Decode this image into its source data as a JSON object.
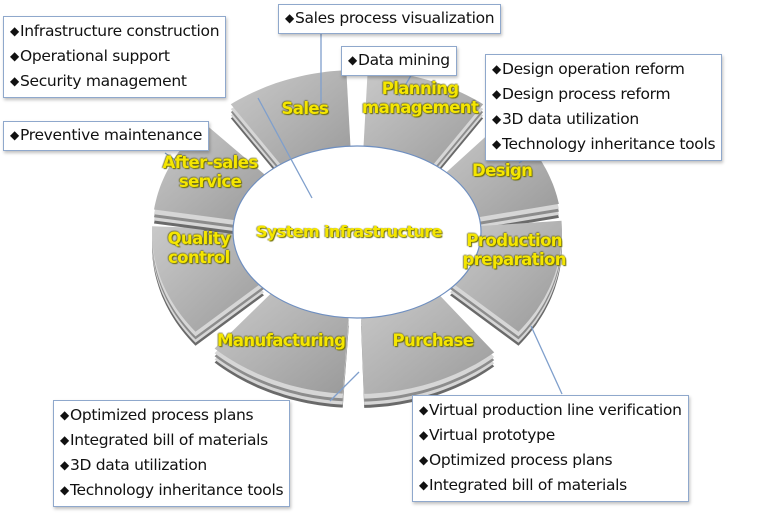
{
  "diagram": {
    "center": {
      "label": "System infrastructure"
    },
    "segments": [
      {
        "id": "sales",
        "label_lines": [
          "Sales"
        ]
      },
      {
        "id": "planning",
        "label_lines": [
          "Planning",
          "management"
        ]
      },
      {
        "id": "design",
        "label_lines": [
          "Design"
        ]
      },
      {
        "id": "production",
        "label_lines": [
          "Production",
          "preparation"
        ]
      },
      {
        "id": "purchase",
        "label_lines": [
          "Purchase"
        ]
      },
      {
        "id": "manufacturing",
        "label_lines": [
          "Manufacturing"
        ]
      },
      {
        "id": "quality",
        "label_lines": [
          "Quality",
          "control"
        ]
      },
      {
        "id": "aftersales",
        "label_lines": [
          "After-sales",
          "service"
        ]
      }
    ],
    "callouts": {
      "infrastructure": {
        "items": [
          "Infrastructure construction",
          "Operational support",
          "Security management"
        ]
      },
      "sales": {
        "items": [
          "Sales process visualization"
        ]
      },
      "planning": {
        "items": [
          "Data mining"
        ]
      },
      "design": {
        "items": [
          "Design operation reform",
          "Design process reform",
          "3D data utilization",
          "Technology inheritance tools"
        ]
      },
      "aftersales": {
        "items": [
          "Preventive maintenance"
        ]
      },
      "manufacturing": {
        "items": [
          "Optimized process plans",
          "Integrated bill of materials",
          "3D data utilization",
          "Technology inheritance tools"
        ]
      },
      "production": {
        "items": [
          "Virtual production line verification",
          "Virtual prototype",
          "Optimized process plans",
          "Integrated bill of materials"
        ]
      }
    },
    "colors": {
      "label_yellow": "#f5e600",
      "segment_top": "#b4b4b4",
      "segment_side": "#7a7a7a",
      "connector": "#7f9fcc",
      "callout_border": "#8fa8cc"
    }
  }
}
